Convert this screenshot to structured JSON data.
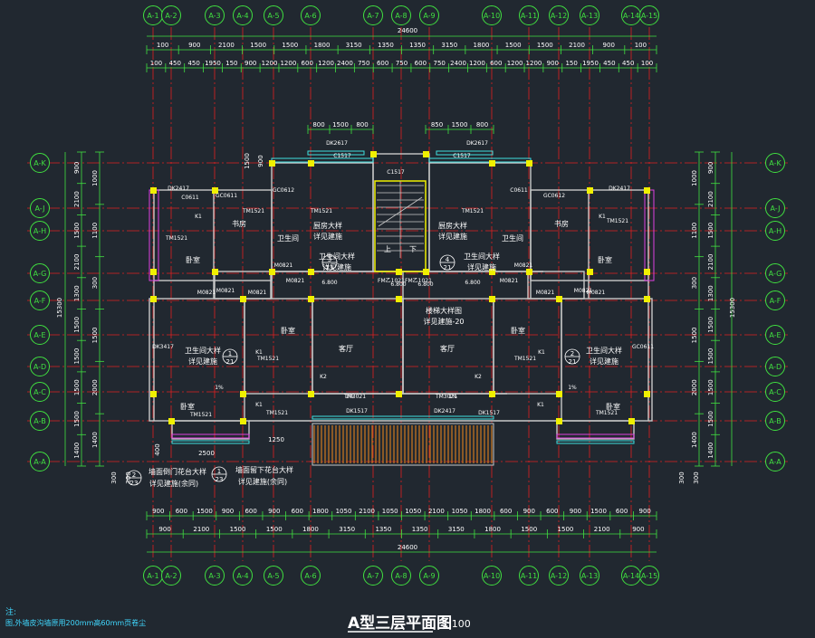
{
  "drawing": {
    "title": "A型三层平面图",
    "scale": "1:100",
    "note_heading": "注:",
    "note_text": "图,外墙皮沟墙原用200mm高60mm页卷尘"
  },
  "axes": {
    "vertical": [
      "A-1",
      "A-2",
      "A-3",
      "A-4",
      "A-5",
      "A-6",
      "A-7",
      "A-8",
      "A-9",
      "A-10",
      "A-11",
      "A-12",
      "A-13",
      "A-14",
      "A-15"
    ],
    "horizontal_left": [
      "A-K",
      "A-J",
      "A-H",
      "A-G",
      "A-F",
      "A-E",
      "A-D",
      "A-C",
      "A-B",
      "A-A"
    ],
    "horizontal_right": [
      "A-K",
      "A-J",
      "A-H",
      "A-G",
      "A-F",
      "A-E",
      "A-D",
      "A-C",
      "A-B",
      "A-A"
    ]
  },
  "dimensions": {
    "top_total": "24600",
    "top_row1": [
      "100",
      "900",
      "2100",
      "1500",
      "1500",
      "1800",
      "3150",
      "1350",
      "1350",
      "3150",
      "1800",
      "1500",
      "1500",
      "2100",
      "900",
      "100"
    ],
    "top_row2": [
      "100",
      "450",
      "450",
      "1950",
      "150",
      "900",
      "1200",
      "1200",
      "600",
      "1200",
      "2400",
      "750",
      "600",
      "750",
      "600",
      "750",
      "2400",
      "1200",
      "600",
      "1200",
      "1200",
      "900",
      "150",
      "1950",
      "450",
      "450",
      "100"
    ],
    "bottom_row1": [
      "900",
      "600",
      "1500",
      "900",
      "600",
      "900",
      "600",
      "1800",
      "1050",
      "2100",
      "1050",
      "1050",
      "2100",
      "1050",
      "1800",
      "600",
      "900",
      "600",
      "900",
      "1500",
      "600",
      "900"
    ],
    "bottom_row2": [
      "900",
      "2100",
      "1500",
      "1500",
      "1800",
      "3150",
      "1350",
      "1350",
      "3150",
      "1800",
      "1500",
      "1500",
      "2100",
      "900"
    ],
    "bottom_total": "24600",
    "left_outer": [
      "900",
      "2100",
      "1500",
      "2100",
      "1300",
      "1500",
      "1500",
      "1500",
      "1500",
      "1400"
    ],
    "left_inner": [
      "1000",
      "1100",
      "300",
      "1500",
      "2000",
      "1400"
    ],
    "left_total": "15300",
    "right_outer": [
      "900",
      "2100",
      "1500",
      "2100",
      "1300",
      "1500",
      "1500",
      "1500",
      "1500",
      "1400"
    ],
    "right_inner": [
      "1000",
      "1100",
      "300",
      "1500",
      "2000",
      "1400"
    ],
    "right_total": "15300",
    "top_stair_left": [
      "800",
      "1500",
      "800"
    ],
    "top_stair_right": [
      "850",
      "1500",
      "800"
    ],
    "side_misc": [
      "1500",
      "900",
      "300",
      "300",
      "300",
      "300",
      "400",
      "2500",
      "1250"
    ]
  },
  "rooms": [
    {
      "label": "书房"
    },
    {
      "label": "书房"
    },
    {
      "label": "卧室"
    },
    {
      "label": "卧室"
    },
    {
      "label": "卧室"
    },
    {
      "label": "卧室"
    },
    {
      "label": "客厅"
    },
    {
      "label": "客厅"
    },
    {
      "label": "卧室"
    },
    {
      "label": "卧室"
    },
    {
      "label": "卫生间"
    },
    {
      "label": "卫生间"
    },
    {
      "label": "厨房大样"
    },
    {
      "label": "厨房大样"
    },
    {
      "label": "卫生间大样"
    },
    {
      "label": "卫生间大样"
    },
    {
      "label": "楼梯大样图"
    }
  ],
  "callouts": [
    {
      "num": "3",
      "sheet": "21"
    },
    {
      "num": "4",
      "sheet": "21"
    },
    {
      "num": "1",
      "sheet": "21"
    },
    {
      "num": "2",
      "sheet": "21"
    },
    {
      "num": "2",
      "sheet": "23"
    },
    {
      "num": "1",
      "sheet": "23"
    }
  ],
  "callout_texts": {
    "kitchen_left_1": "厨房大样",
    "kitchen_left_2": "详见建施",
    "kitchen_right_1": "厨房大样",
    "kitchen_right_2": "详见建施",
    "bath_left_1": "卫生间大样",
    "bath_left_2": "详见建施",
    "bath_right_1": "卫生间大样",
    "bath_right_2": "详见建施",
    "stair_1": "楼梯大样图",
    "stair_2": "详见建施-20",
    "wbath_left_1": "卫生间大样",
    "wbath_left_2": "详见建施",
    "wbath_right_1": "卫生间大样",
    "wbath_right_2": "详见建施",
    "balcony_1a": "墙面倒门花台大样",
    "balcony_1b": "详见建施(余同)",
    "balcony_2a": "墙面留下花台大样",
    "balcony_2b": "详见建施(余同)"
  },
  "tags": {
    "windows": [
      "DK2417",
      "DK2417",
      "C1517",
      "C1517",
      "C1517",
      "DK2617",
      "DK2617",
      "TM1521",
      "TM1521",
      "TM1521",
      "TM1521",
      "TM1521",
      "TM1521",
      "TM1521",
      "TM1521",
      "TM1521",
      "TM1521",
      "DK1517",
      "DK1517",
      "DK2417",
      "DK3417",
      "GC0611",
      "GC0611",
      "GC0612",
      "GC0612",
      "C0611",
      "C0611"
    ],
    "doors": [
      "M0821",
      "M0821",
      "M0821",
      "M0821",
      "M0821",
      "M0821",
      "M0821",
      "M0821",
      "M0821",
      "M0821",
      "TM3021",
      "TM3021",
      "FM乙1021",
      "FM乙1021",
      "C0611"
    ],
    "labels": [
      "K1",
      "K1",
      "K1",
      "K1",
      "K1",
      "K1",
      "K2",
      "K2",
      "1%",
      "1%",
      "1%",
      "1%",
      "上",
      "下",
      "6.800",
      "6.800",
      "6.800",
      "6.800"
    ]
  }
}
